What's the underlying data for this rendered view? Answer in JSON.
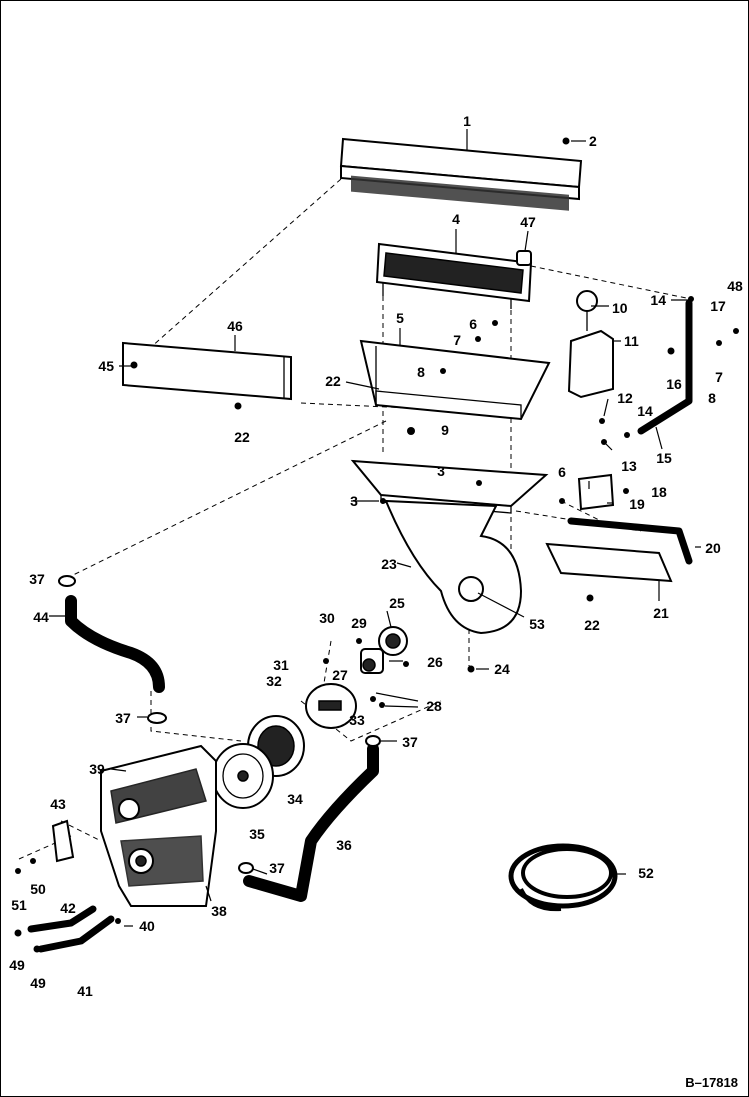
{
  "diagram": {
    "reference": "B–17818",
    "callouts": [
      {
        "id": "c1",
        "label": "1"
      },
      {
        "id": "c2",
        "label": "2"
      },
      {
        "id": "c4",
        "label": "4"
      },
      {
        "id": "c47",
        "label": "47"
      },
      {
        "id": "c48",
        "label": "48"
      },
      {
        "id": "c14a",
        "label": "14"
      },
      {
        "id": "c17",
        "label": "17"
      },
      {
        "id": "c10",
        "label": "10"
      },
      {
        "id": "c46",
        "label": "46"
      },
      {
        "id": "c5",
        "label": "5"
      },
      {
        "id": "c6a",
        "label": "6"
      },
      {
        "id": "c7a",
        "label": "7"
      },
      {
        "id": "c11",
        "label": "11"
      },
      {
        "id": "c7b",
        "label": "7"
      },
      {
        "id": "c45",
        "label": "45"
      },
      {
        "id": "c8a",
        "label": "8"
      },
      {
        "id": "c16",
        "label": "16"
      },
      {
        "id": "c22a",
        "label": "22"
      },
      {
        "id": "c8b",
        "label": "8"
      },
      {
        "id": "c12",
        "label": "12"
      },
      {
        "id": "c14b",
        "label": "14"
      },
      {
        "id": "c22b",
        "label": "22"
      },
      {
        "id": "c9",
        "label": "9"
      },
      {
        "id": "c13",
        "label": "13"
      },
      {
        "id": "c15",
        "label": "15"
      },
      {
        "id": "c3a",
        "label": "3"
      },
      {
        "id": "c6b",
        "label": "6"
      },
      {
        "id": "c18",
        "label": "18"
      },
      {
        "id": "c3b",
        "label": "3"
      },
      {
        "id": "c19",
        "label": "19"
      },
      {
        "id": "c20a",
        "label": "20"
      },
      {
        "id": "c23",
        "label": "23"
      },
      {
        "id": "c37a",
        "label": "37"
      },
      {
        "id": "c25",
        "label": "25"
      },
      {
        "id": "c44",
        "label": "44"
      },
      {
        "id": "c30",
        "label": "30"
      },
      {
        "id": "c53",
        "label": "53"
      },
      {
        "id": "c22c",
        "label": "22"
      },
      {
        "id": "c21",
        "label": "21"
      },
      {
        "id": "c29",
        "label": "29"
      },
      {
        "id": "c31",
        "label": "31"
      },
      {
        "id": "c26",
        "label": "26"
      },
      {
        "id": "c27",
        "label": "27"
      },
      {
        "id": "c24",
        "label": "24"
      },
      {
        "id": "c32",
        "label": "32"
      },
      {
        "id": "c28",
        "label": "28"
      },
      {
        "id": "c37b",
        "label": "37"
      },
      {
        "id": "c33",
        "label": "33"
      },
      {
        "id": "c37c",
        "label": "37"
      },
      {
        "id": "c39",
        "label": "39"
      },
      {
        "id": "c34",
        "label": "34"
      },
      {
        "id": "c43",
        "label": "43"
      },
      {
        "id": "c35",
        "label": "35"
      },
      {
        "id": "c36",
        "label": "36"
      },
      {
        "id": "c37d",
        "label": "37"
      },
      {
        "id": "c52",
        "label": "52"
      },
      {
        "id": "c50",
        "label": "50"
      },
      {
        "id": "c51",
        "label": "51"
      },
      {
        "id": "c38",
        "label": "38"
      },
      {
        "id": "c42",
        "label": "42"
      },
      {
        "id": "c40",
        "label": "40"
      },
      {
        "id": "c49a",
        "label": "49"
      },
      {
        "id": "c49b",
        "label": "49"
      },
      {
        "id": "c41",
        "label": "41"
      }
    ]
  }
}
